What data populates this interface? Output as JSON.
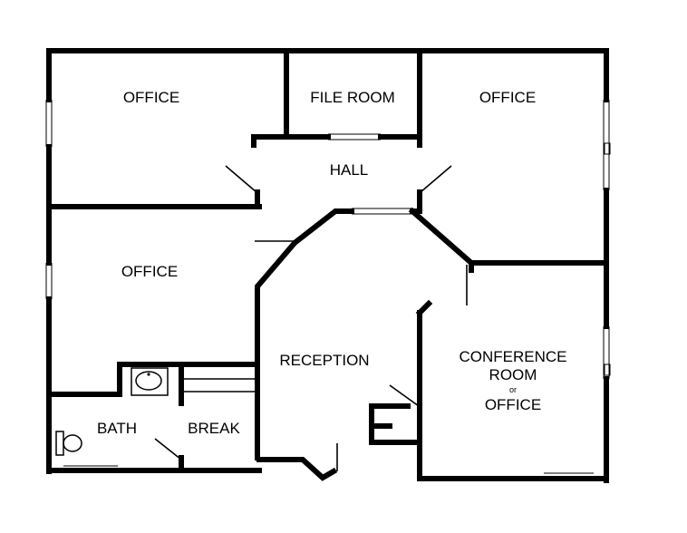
{
  "rooms": {
    "office_top_left": "OFFICE",
    "file_room": "FILE ROOM",
    "office_top_right": "OFFICE",
    "hall": "HALL",
    "office_mid_left": "OFFICE",
    "reception": "RECEPTION",
    "conference_line1": "CONFERENCE",
    "conference_line2": "ROOM",
    "conference_or": "or",
    "conference_line3": "OFFICE",
    "bath": "BATH",
    "break": "BREAK"
  }
}
